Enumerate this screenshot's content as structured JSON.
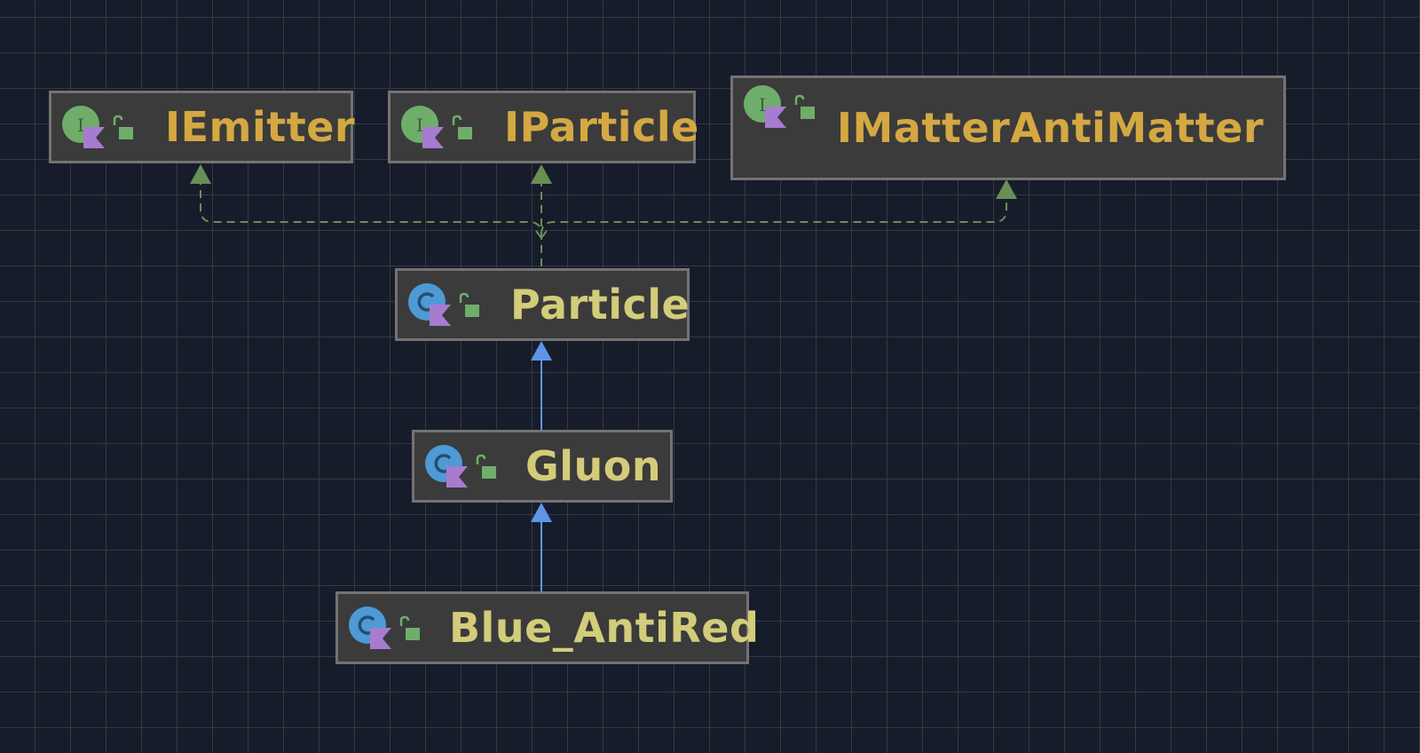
{
  "colors": {
    "background": "#171c2b",
    "grid_line": "#343942",
    "node_fill": "#3b3b3b",
    "node_border": "#737373",
    "interface_text": "#d4a843",
    "class_text": "#d3cc7a",
    "interface_icon": "#6fae6a",
    "class_icon": "#4d9ad4",
    "kotlin_badge": "#a77bd0",
    "lock_icon": "#6fae6a",
    "implements_edge": "#6a8f55",
    "extends_edge": "#5e95e8"
  },
  "nodes": [
    {
      "id": "IEmitter",
      "label": "IEmitter",
      "kind": "interface",
      "icon": "interface-icon",
      "visibility_icon": "public-lock-icon"
    },
    {
      "id": "IParticle",
      "label": "IParticle",
      "kind": "interface",
      "icon": "interface-icon",
      "visibility_icon": "public-lock-icon"
    },
    {
      "id": "IMatterAntiMatter",
      "label": "IMatterAntiMatter",
      "kind": "interface",
      "icon": "interface-icon",
      "visibility_icon": "public-lock-icon"
    },
    {
      "id": "Particle",
      "label": "Particle",
      "kind": "class",
      "icon": "class-icon",
      "visibility_icon": "public-lock-icon"
    },
    {
      "id": "Gluon",
      "label": "Gluon",
      "kind": "class",
      "icon": "class-icon",
      "visibility_icon": "public-lock-icon"
    },
    {
      "id": "Blue_AntiRed",
      "label": "Blue_AntiRed",
      "kind": "class",
      "icon": "class-icon",
      "visibility_icon": "public-lock-icon"
    }
  ],
  "edges": [
    {
      "from": "Particle",
      "to": "IEmitter",
      "type": "implements",
      "style": "dashed"
    },
    {
      "from": "Particle",
      "to": "IParticle",
      "type": "implements",
      "style": "dashed"
    },
    {
      "from": "Particle",
      "to": "IMatterAntiMatter",
      "type": "implements",
      "style": "dashed"
    },
    {
      "from": "Gluon",
      "to": "Particle",
      "type": "extends",
      "style": "solid"
    },
    {
      "from": "Blue_AntiRed",
      "to": "Gluon",
      "type": "extends",
      "style": "solid"
    }
  ]
}
